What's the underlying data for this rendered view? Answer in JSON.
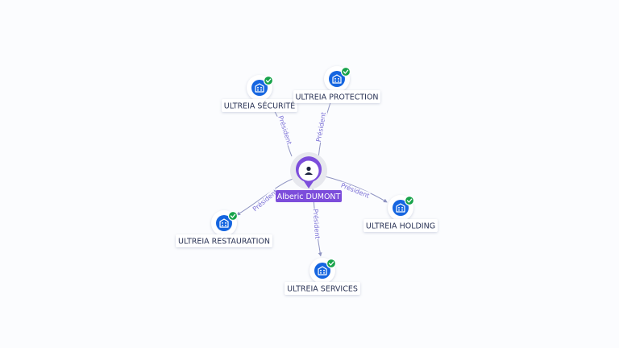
{
  "person": {
    "name": "Alberic DUMONT",
    "icon": "person-icon",
    "color": "#7c4ddb"
  },
  "companies": [
    {
      "id": "securite",
      "name": "ULTREIA SÉCURITÉ",
      "relation": "Président",
      "icon": "building-icon",
      "status_icon": "check-icon"
    },
    {
      "id": "protection",
      "name": "ULTREIA PROTECTION",
      "relation": "Président",
      "icon": "building-icon",
      "status_icon": "check-icon"
    },
    {
      "id": "holding",
      "name": "ULTREIA HOLDING",
      "relation": "Président",
      "icon": "building-icon",
      "status_icon": "check-icon"
    },
    {
      "id": "services",
      "name": "ULTREIA SERVICES",
      "relation": "Président",
      "icon": "building-icon",
      "status_icon": "check-icon"
    },
    {
      "id": "restauration",
      "name": "ULTREIA RESTAURATION",
      "relation": "Président",
      "icon": "building-icon",
      "status_icon": "check-icon"
    }
  ],
  "colors": {
    "company_icon": "#1565e0",
    "status_ok": "#17a34a",
    "edge": "#8f94c2",
    "edge_label": "#7a6fd6"
  }
}
